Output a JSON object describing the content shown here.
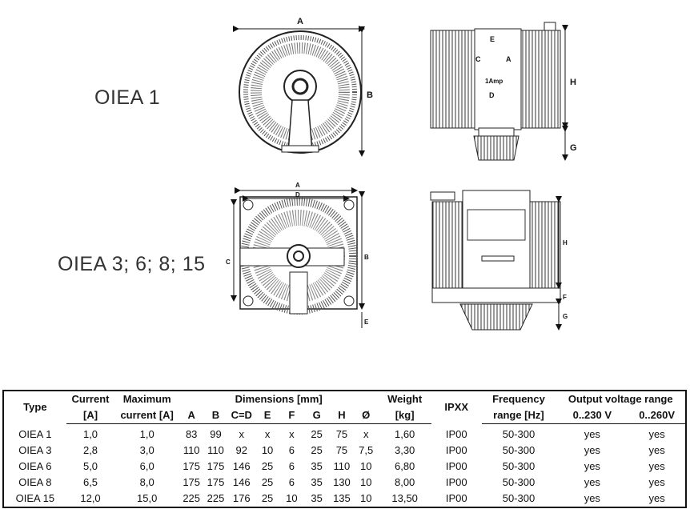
{
  "models": {
    "first": "OIEA 1",
    "second": "OIEA 3; 6; 8; 15"
  },
  "drawing_labels": {
    "A": "A",
    "B": "B",
    "C": "C",
    "D": "D",
    "E": "E",
    "F": "F",
    "G": "G",
    "H": "H",
    "amp": "1Amp"
  },
  "table": {
    "headers": {
      "type": "Type",
      "current": "Current",
      "current_unit": "[A]",
      "max": "Maximum",
      "max_unit": "current [A]",
      "dimensions": "Dimensions [mm]",
      "dims": [
        "A",
        "B",
        "C=D",
        "E",
        "F",
        "G",
        "H",
        "Ø"
      ],
      "weight": "Weight",
      "weight_unit": "[kg]",
      "ipxx": "IPXX",
      "freq": "Frequency",
      "freq_unit": "range [Hz]",
      "output": "Output voltage range",
      "v230": "0..230 V",
      "v260": "0..260V"
    },
    "rows": [
      [
        "OIEA 1",
        "1,0",
        "1,0",
        "83",
        "99",
        "x",
        "x",
        "x",
        "25",
        "75",
        "x",
        "1,60",
        "IP00",
        "50-300",
        "yes",
        "yes"
      ],
      [
        "OIEA 3",
        "2,8",
        "3,0",
        "110",
        "110",
        "92",
        "10",
        "6",
        "25",
        "75",
        "7,5",
        "3,30",
        "IP00",
        "50-300",
        "yes",
        "yes"
      ],
      [
        "OIEA 6",
        "5,0",
        "6,0",
        "175",
        "175",
        "146",
        "25",
        "6",
        "35",
        "110",
        "10",
        "6,80",
        "IP00",
        "50-300",
        "yes",
        "yes"
      ],
      [
        "OIEA 8",
        "6,5",
        "8,0",
        "175",
        "175",
        "146",
        "25",
        "6",
        "35",
        "130",
        "10",
        "8,00",
        "IP00",
        "50-300",
        "yes",
        "yes"
      ],
      [
        "OIEA 15",
        "12,0",
        "15,0",
        "225",
        "225",
        "176",
        "25",
        "10",
        "35",
        "135",
        "10",
        "13,50",
        "IP00",
        "50-300",
        "yes",
        "yes"
      ]
    ]
  }
}
